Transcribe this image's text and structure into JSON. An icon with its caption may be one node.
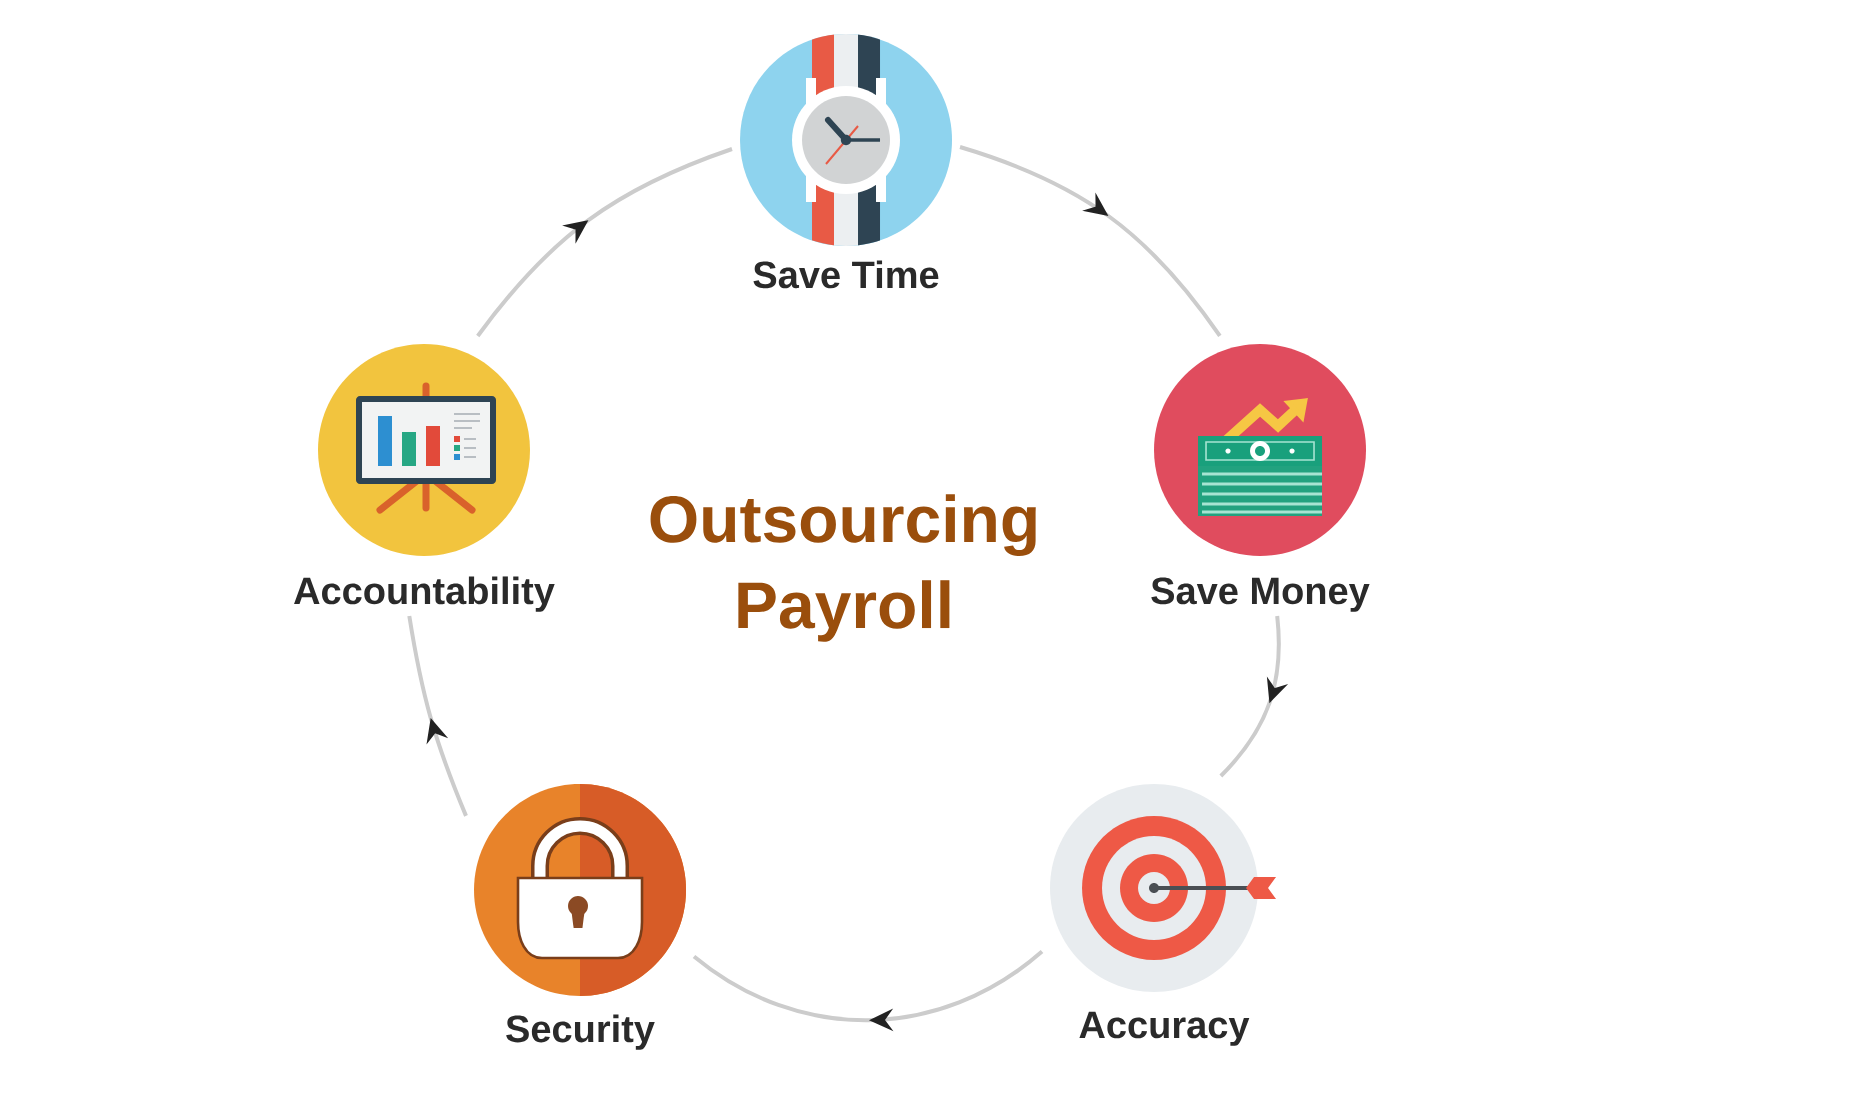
{
  "diagram": {
    "title": "Outsourcing Payroll",
    "nodes": [
      {
        "text": [
          "Save Time"
        ]
      },
      {
        "text": [
          "Save Money"
        ]
      },
      {
        "text": [
          "Accuracy"
        ]
      },
      {
        "text": [
          "Security"
        ]
      },
      {
        "text": [
          "Accountability"
        ]
      }
    ],
    "edges": [
      {
        "from": 0,
        "to": 1,
        "arrow": "to"
      },
      {
        "from": 1,
        "to": 2,
        "arrow": "to"
      },
      {
        "from": 2,
        "to": 3,
        "arrow": "to"
      },
      {
        "from": 3,
        "to": 4,
        "arrow": "to"
      },
      {
        "from": 4,
        "to": 0,
        "arrow": "to"
      }
    ]
  }
}
